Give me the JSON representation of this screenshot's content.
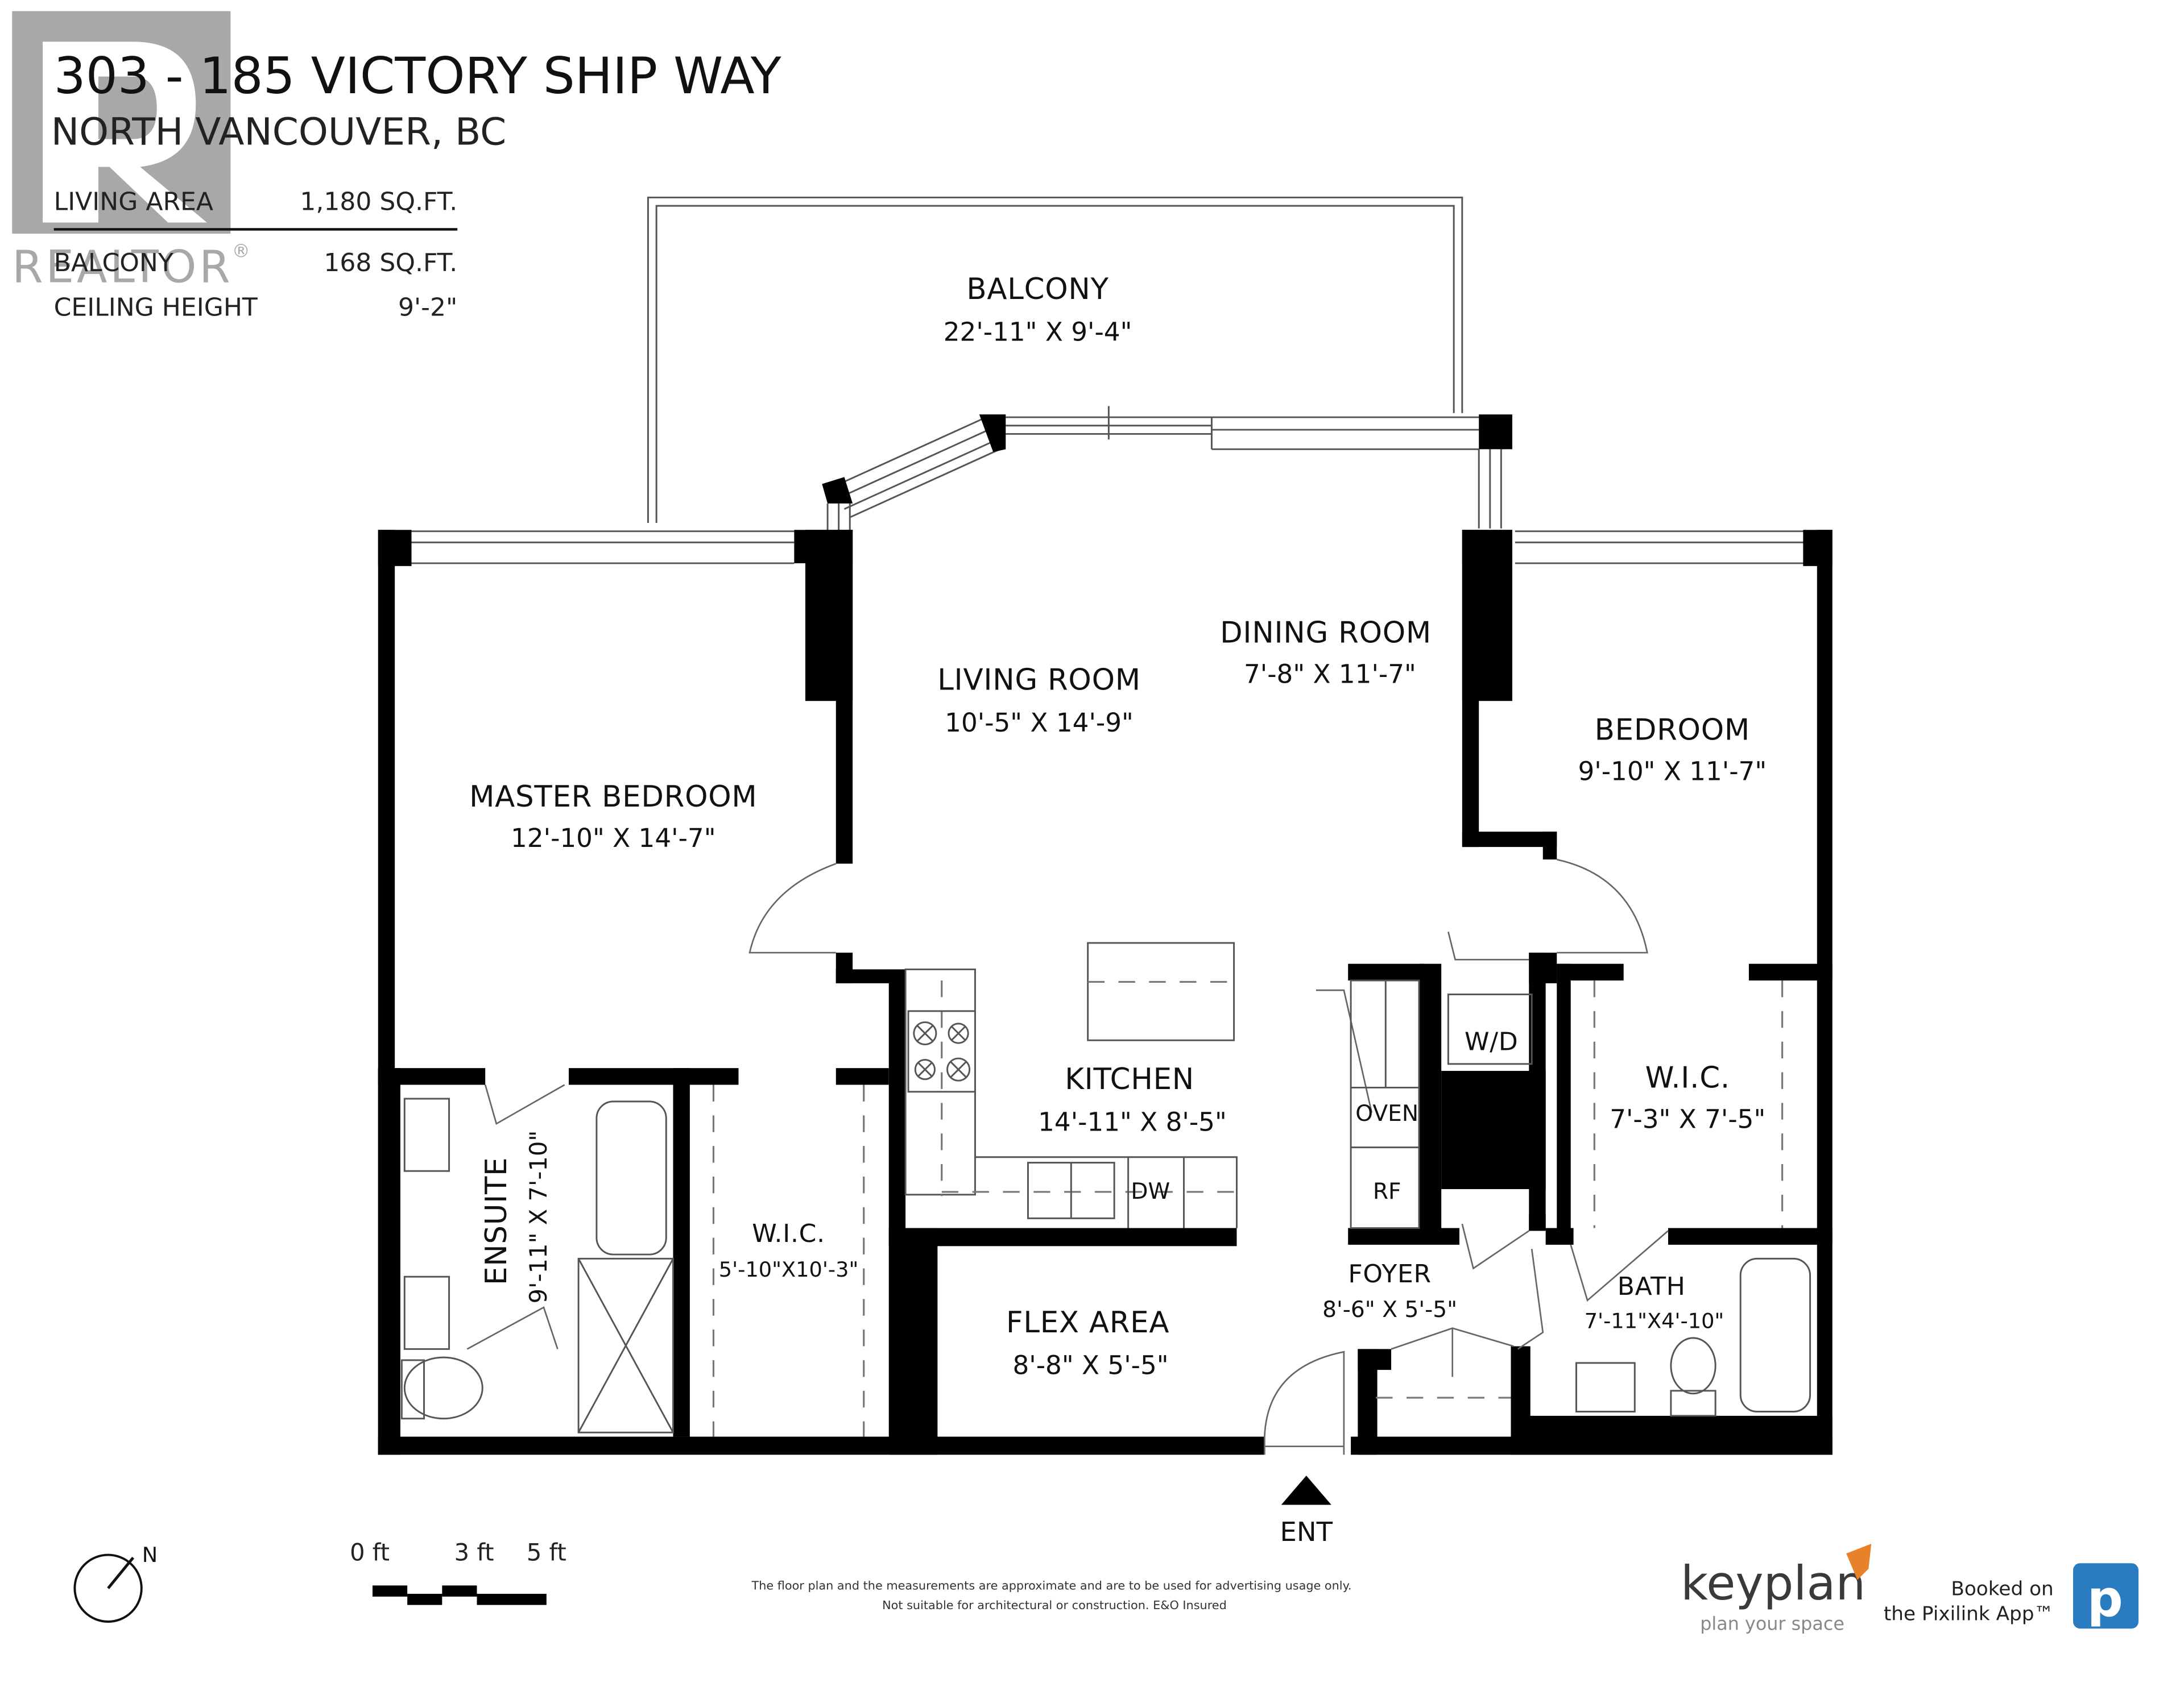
{
  "header": {
    "title": "303 - 185 VICTORY SHIP WAY",
    "subtitle": "NORTH VANCOUVER, BC",
    "stats": [
      {
        "label": "LIVING AREA",
        "value": "1,180 SQ.FT."
      },
      {
        "label": "BALCONY",
        "value": "168 SQ.FT."
      },
      {
        "label": "CEILING HEIGHT",
        "value": "9'-2\""
      }
    ]
  },
  "watermark": {
    "letter": "R",
    "text": "REALTOR",
    "registered": "®",
    "color": "#9a9a9a"
  },
  "rooms": {
    "balcony": {
      "name": "BALCONY",
      "dims": "22'-11\"  X   9'-4\""
    },
    "living_room": {
      "name": "LIVING ROOM",
      "dims": "10'-5\"  X   14'-9\""
    },
    "dining_room": {
      "name": "DINING ROOM",
      "dims": "7'-8\"   X   11'-7\""
    },
    "master_bedroom": {
      "name": "MASTER BEDROOM",
      "dims": "12'-10\"  X   14'-7\""
    },
    "bedroom": {
      "name": "BEDROOM",
      "dims": "9'-10\"   X   11'-7\""
    },
    "kitchen": {
      "name": "KITCHEN",
      "dims": "14'-11\"  X   8'-5\""
    },
    "wic_right": {
      "name": "W.I.C.",
      "dims": "7'-3\" X 7'-5\""
    },
    "ensuite": {
      "name": "ENSUITE",
      "dims": "9'-11\" X 7'-10\""
    },
    "wic_left": {
      "name": "W.I.C.",
      "dims": "5'-10\"X10'-3\""
    },
    "flex_area": {
      "name": "FLEX AREA",
      "dims": "8'-8\"   X   5'-5\""
    },
    "foyer": {
      "name": "FOYER",
      "dims": "8'-6\"   X   5'-5\""
    },
    "bath": {
      "name": "BATH",
      "dims": "7'-11\"X4'-10\""
    }
  },
  "fixtures": {
    "washer_dryer": "W/D",
    "oven": "OVEN",
    "fridge": "RF",
    "dishwasher": "DW"
  },
  "entrance": {
    "label": "ENT"
  },
  "compass": {
    "label": "N"
  },
  "scale_bar": {
    "ticks": [
      "0 ft",
      "3 ft",
      "5 ft"
    ]
  },
  "disclaimer": {
    "line1": "The floor plan and the measurements are approximate and are to be used for advertising usage only.",
    "line2": "Not suitable for architectural or construction. E&O Insured"
  },
  "branding": {
    "keyplan_name": "keyplan",
    "keyplan_tagline": "plan your space",
    "keyplan_accent": "#e8822a",
    "pixilink_line1": "Booked on",
    "pixilink_line2": "the Pixilink App™",
    "pixilink_letter": "p",
    "pixilink_color": "#2a7cc0"
  }
}
